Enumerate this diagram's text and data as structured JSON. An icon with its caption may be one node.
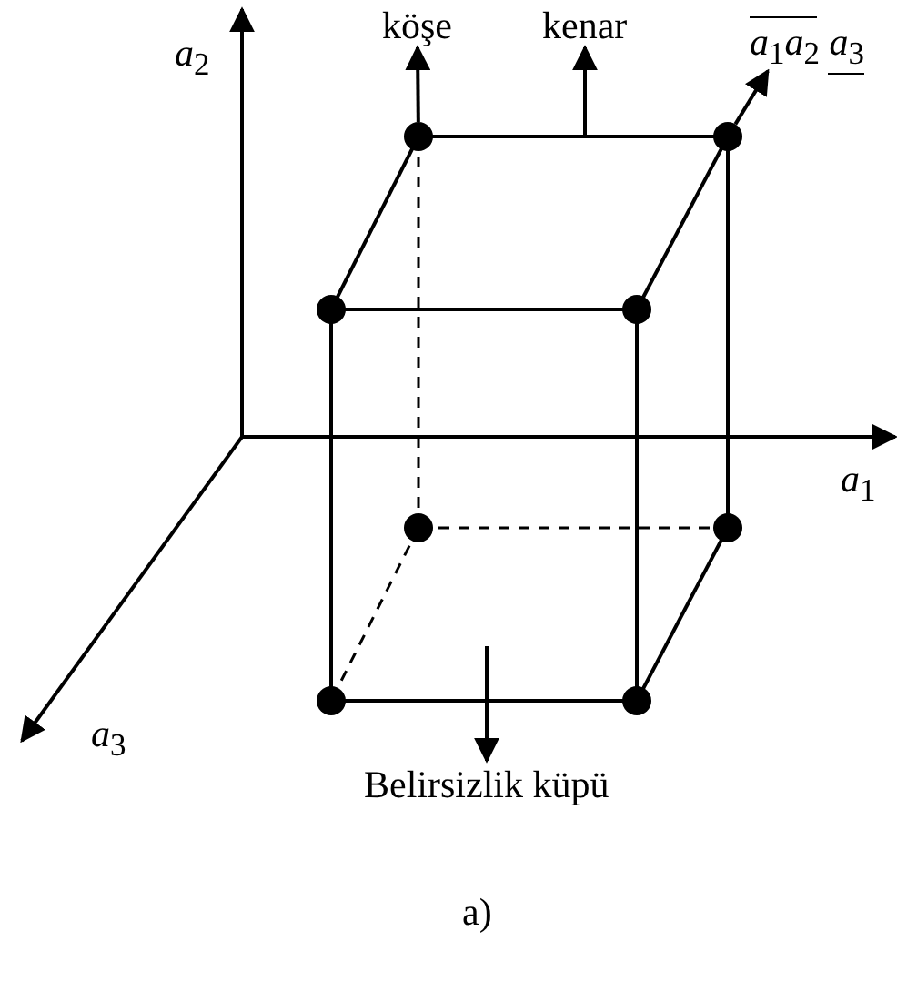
{
  "diagram": {
    "nodes": [
      {
        "text": [
          "köşe"
        ]
      },
      {
        "text": [
          "kenar"
        ]
      },
      {
        "text": [
          "*a*$_{1}$*a*$_{2}$ *a*$_{3}$"
        ]
      },
      {
        "text": [
          "Belirsizlik küpü"
        ]
      },
      {
        "text": [],
        "shape": "circle"
      },
      {
        "text": [],
        "shape": "circle"
      }
    ],
    "edges": [
      {
        "from": 4,
        "to": 0,
        "arrow": "to"
      },
      {
        "from": null,
        "to": 1,
        "arrow": "to"
      },
      {
        "from": 5,
        "to": 2,
        "arrow": "to"
      },
      {
        "from": null,
        "to": 3,
        "arrow": "to"
      }
    ],
    "labels": [
      "*a*$_{2}$",
      "*a*$_{1}$",
      "*a*$_{3}$",
      "a)"
    ]
  }
}
